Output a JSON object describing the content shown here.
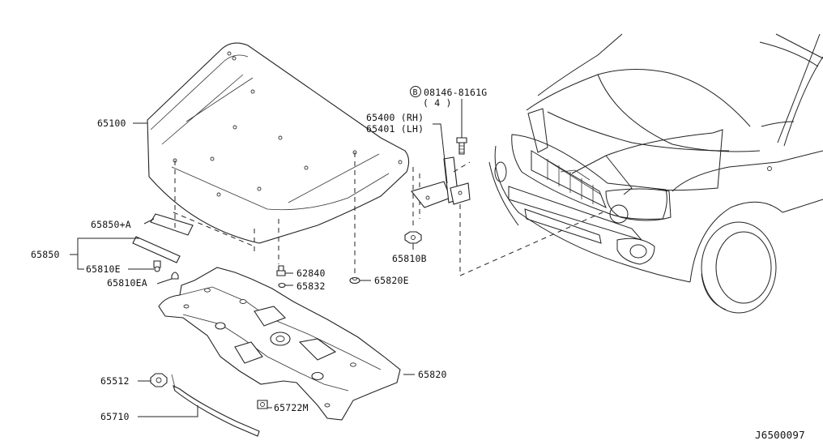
{
  "diagram": {
    "id_code": "J6500097",
    "labels": {
      "p65100": "65100",
      "p65850_a": "65850+A",
      "p65850": "65850",
      "p65810e": "65810E",
      "p65810ea": "65810EA",
      "p62840": "62840",
      "p65832": "65832",
      "p65820e": "65820E",
      "p65400": "65400 (RH)",
      "p65401": "65401 (LH)",
      "bolt_circle": "B",
      "bolt_code": "08146-8161G",
      "bolt_qty": "( 4 )",
      "p65810b": "65810B",
      "p65820": "65820",
      "p65512": "65512",
      "p65710": "65710",
      "p65722m": "65722M"
    }
  }
}
